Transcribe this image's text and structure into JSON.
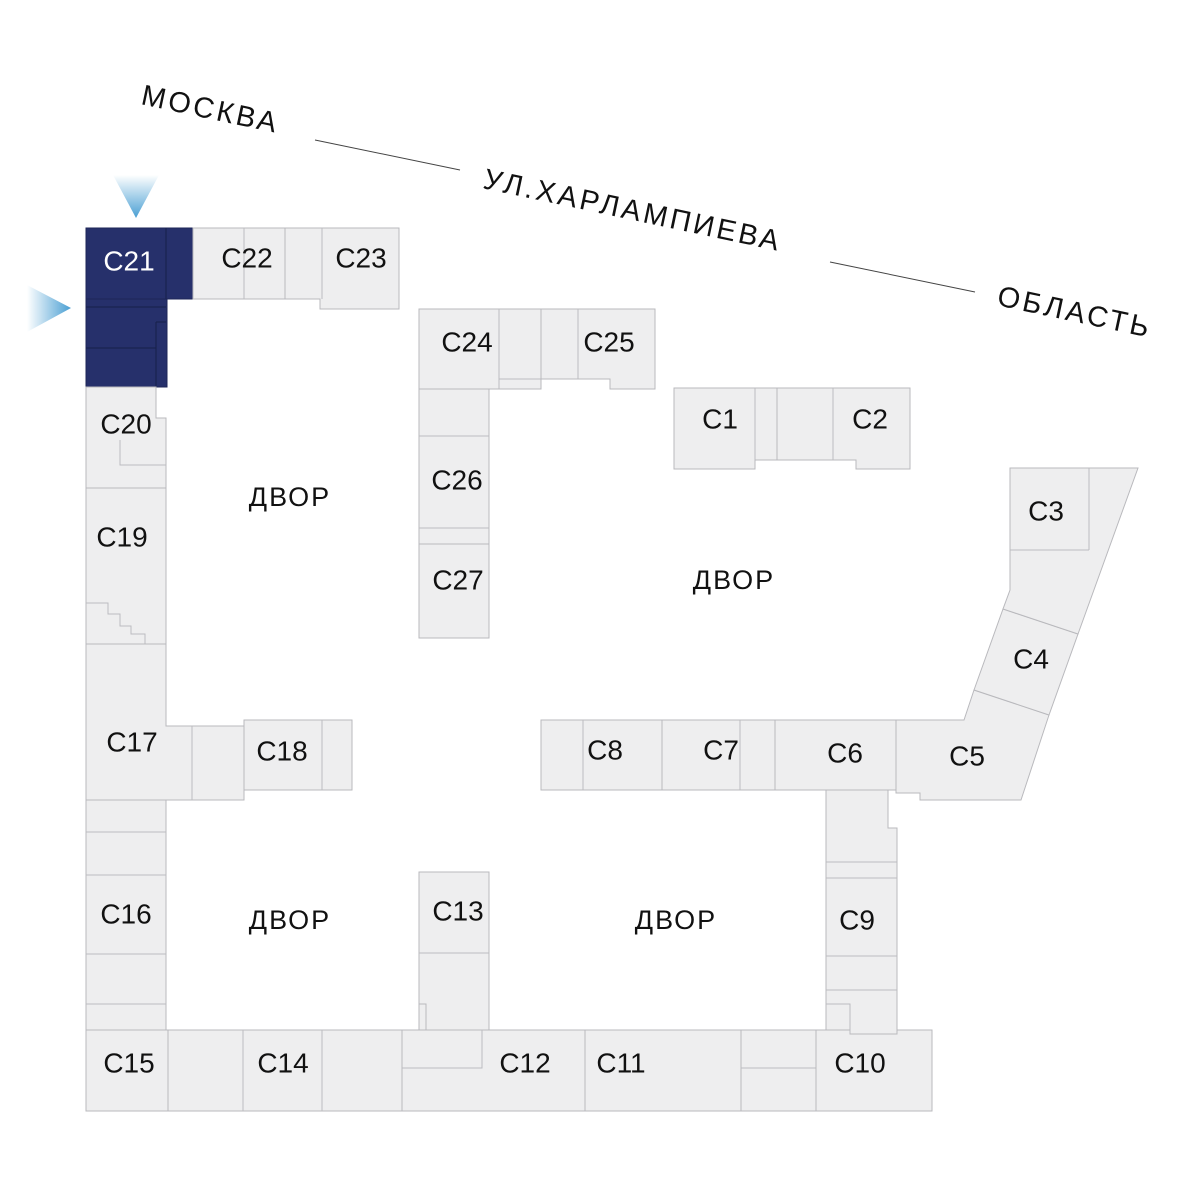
{
  "street": {
    "part1": "МОСКВА",
    "part2": "УЛ.ХАРЛАМПИЕВА",
    "part3": "ОБЛАСТЬ"
  },
  "yards": {
    "top_left": "ДВОР",
    "top_right": "ДВОР",
    "bottom_left": "ДВОР",
    "bottom_right": "ДВОР"
  },
  "sections": {
    "c1": "С1",
    "c2": "С2",
    "c3": "С3",
    "c4": "С4",
    "c5": "С5",
    "c6": "С6",
    "c7": "С7",
    "c8": "С8",
    "c9": "С9",
    "c10": "С10",
    "c11": "С11",
    "c12": "С12",
    "c13": "С13",
    "c14": "С14",
    "c15": "С15",
    "c16": "С16",
    "c17": "С17",
    "c18": "С18",
    "c19": "С19",
    "c20": "С20",
    "c21": "С21",
    "c22": "С22",
    "c23": "С23",
    "c24": "С24",
    "c25": "С25",
    "c26": "С26",
    "c27": "С27"
  },
  "selected_section": "С21",
  "colors": {
    "selected": "#26306b",
    "section_fill": "#eeeeef",
    "section_stroke": "#b9b9bd",
    "pointer": "#5aa7d6"
  }
}
